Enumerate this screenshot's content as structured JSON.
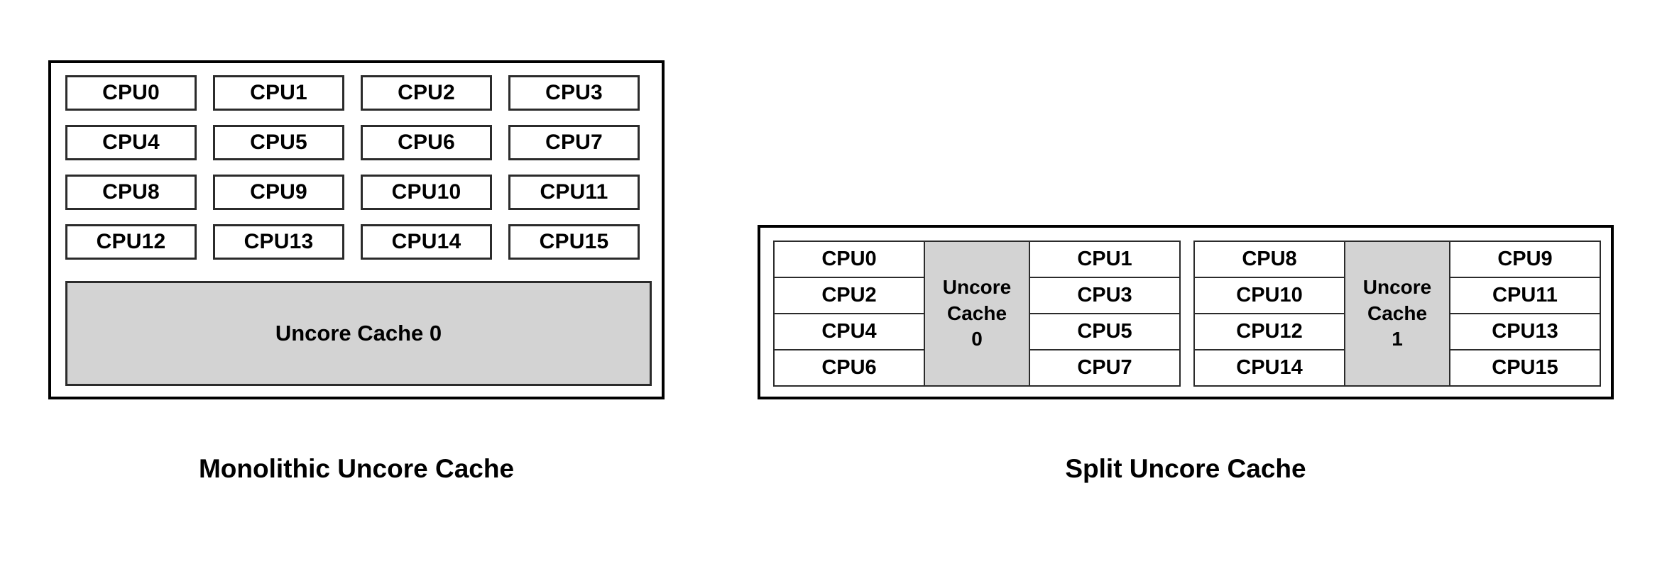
{
  "page": {
    "background_color": "#ffffff",
    "cache_fill_color": "#d3d3d3",
    "border_color": "#000000"
  },
  "diagrams": [
    {
      "id": "monolithic",
      "caption": "Monolithic Uncore Cache",
      "layout": "grid-4x4-with-single-cache",
      "cpus": [
        "CPU0",
        "CPU1",
        "CPU2",
        "CPU3",
        "CPU4",
        "CPU5",
        "CPU6",
        "CPU7",
        "CPU8",
        "CPU9",
        "CPU10",
        "CPU11",
        "CPU12",
        "CPU13",
        "CPU14",
        "CPU15"
      ],
      "cache": {
        "label": "Uncore Cache 0"
      }
    },
    {
      "id": "split",
      "caption": "Split Uncore Cache",
      "layout": "two-clusters-each-with-own-cache",
      "clusters": [
        {
          "left_column": [
            "CPU0",
            "CPU2",
            "CPU4",
            "CPU6"
          ],
          "cache": {
            "line1": "Uncore",
            "line2": "Cache",
            "line3": "0"
          },
          "right_column": [
            "CPU1",
            "CPU3",
            "CPU5",
            "CPU7"
          ]
        },
        {
          "left_column": [
            "CPU8",
            "CPU10",
            "CPU12",
            "CPU14"
          ],
          "cache": {
            "line1": "Uncore",
            "line2": "Cache",
            "line3": "1"
          },
          "right_column": [
            "CPU9",
            "CPU11",
            "CPU13",
            "CPU15"
          ]
        }
      ]
    }
  ]
}
